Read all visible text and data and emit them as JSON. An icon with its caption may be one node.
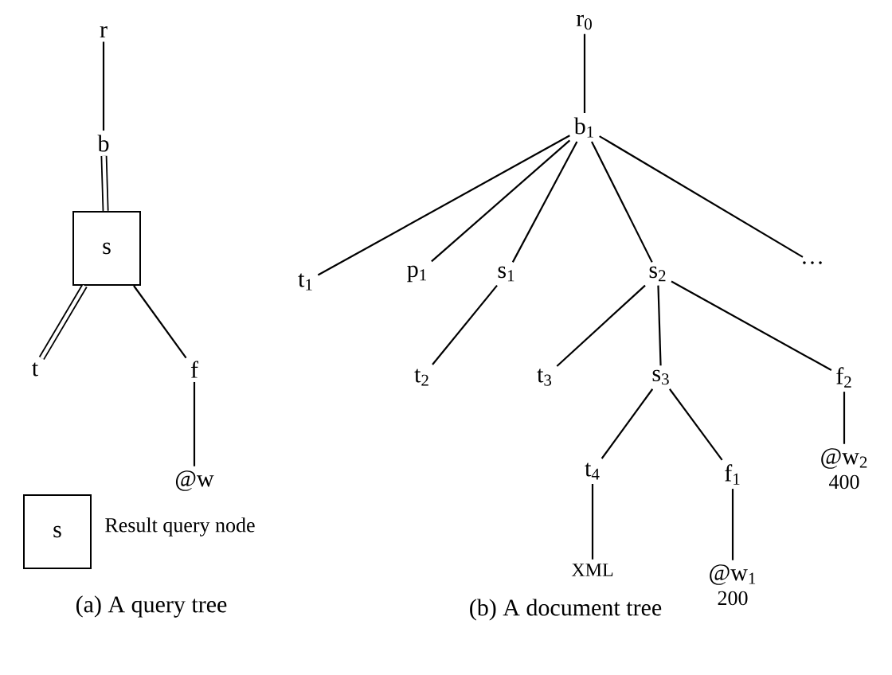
{
  "diagram": {
    "nodes": [
      {
        "text": [
          "r"
        ]
      },
      {
        "text": [
          "b"
        ]
      },
      {
        "text": [
          "s"
        ]
      },
      {
        "text": [
          "t"
        ]
      },
      {
        "text": [
          "f"
        ]
      },
      {
        "text": [
          "@w"
        ]
      },
      {
        "text": [
          "s"
        ],
        "beside": [
          "Result query node"
        ]
      },
      {
        "text": [
          "r$_{0}$"
        ]
      },
      {
        "text": [
          "b$_{1}$"
        ]
      },
      {
        "text": [
          "t$_{1}$"
        ]
      },
      {
        "text": [
          "p$_{1}$"
        ]
      },
      {
        "text": [
          "s$_{1}$"
        ]
      },
      {
        "text": [
          "s$_{2}$"
        ]
      },
      {
        "text": [
          "…"
        ]
      },
      {
        "text": [
          "t$_{2}$"
        ]
      },
      {
        "text": [
          "t$_{3}$"
        ]
      },
      {
        "text": [
          "s$_{3}$"
        ]
      },
      {
        "text": [
          "f$_{2}$"
        ]
      },
      {
        "text": [
          "t$_{4}$"
        ]
      },
      {
        "text": [
          "f$_{1}$"
        ]
      },
      {
        "text": [
          "@w$_{2}$"
        ],
        "beside": [
          "400"
        ]
      },
      {
        "text": [
          "XML"
        ]
      },
      {
        "text": [
          "@w$_{1}$"
        ],
        "beside": [
          "200"
        ]
      }
    ],
    "edges": [
      {
        "from": 0,
        "to": 1,
        "arrow": "none"
      },
      {
        "from": 1,
        "to": 2,
        "arrow": "none",
        "style": "thick"
      },
      {
        "from": 2,
        "to": 3,
        "arrow": "none",
        "style": "thick"
      },
      {
        "from": 2,
        "to": 4,
        "arrow": "none"
      },
      {
        "from": 4,
        "to": 5,
        "arrow": "none"
      },
      {
        "from": 7,
        "to": 8,
        "arrow": "none"
      },
      {
        "from": 8,
        "to": 9,
        "arrow": "none"
      },
      {
        "from": 8,
        "to": 10,
        "arrow": "none"
      },
      {
        "from": 8,
        "to": 11,
        "arrow": "none"
      },
      {
        "from": 8,
        "to": 12,
        "arrow": "none"
      },
      {
        "from": 8,
        "to": 13,
        "arrow": "none"
      },
      {
        "from": 11,
        "to": 14,
        "arrow": "none"
      },
      {
        "from": 12,
        "to": 15,
        "arrow": "none"
      },
      {
        "from": 12,
        "to": 16,
        "arrow": "none"
      },
      {
        "from": 12,
        "to": 17,
        "arrow": "none"
      },
      {
        "from": 16,
        "to": 18,
        "arrow": "none"
      },
      {
        "from": 16,
        "to": 19,
        "arrow": "none"
      },
      {
        "from": 17,
        "to": 20,
        "arrow": "none"
      },
      {
        "from": 18,
        "to": 21,
        "arrow": "none"
      },
      {
        "from": 19,
        "to": 22,
        "arrow": "none"
      }
    ],
    "labels": [
      "(a) A query tree",
      "(b) A document tree"
    ]
  }
}
